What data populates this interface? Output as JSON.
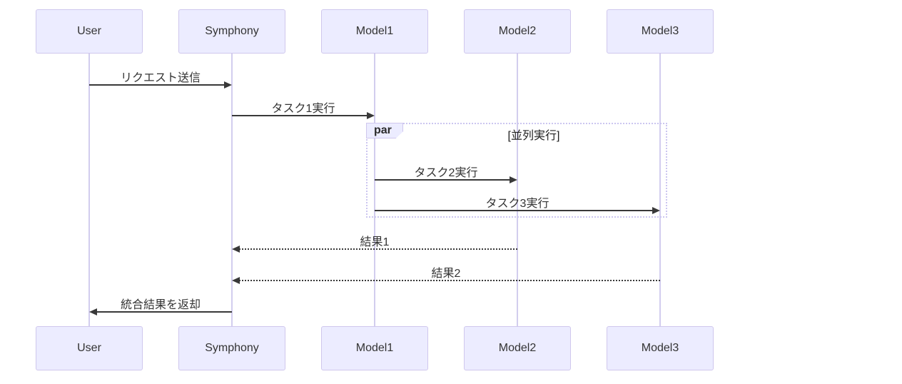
{
  "diagram": {
    "type": "sequence-diagram",
    "actors": [
      {
        "name": "User"
      },
      {
        "name": "Symphony"
      },
      {
        "name": "Model1"
      },
      {
        "name": "Model2"
      },
      {
        "name": "Model3"
      }
    ],
    "messages": [
      {
        "label": "リクエスト送信",
        "from": "User",
        "to": "Symphony",
        "line": "solid"
      },
      {
        "label": "タスク1実行",
        "from": "Symphony",
        "to": "Model1",
        "line": "solid"
      },
      {
        "label": "タスク2実行",
        "from": "Model1",
        "to": "Model2",
        "line": "solid"
      },
      {
        "label": "タスク3実行",
        "from": "Model1",
        "to": "Model3",
        "line": "solid"
      },
      {
        "label": "結果1",
        "from": "Model2",
        "to": "Symphony",
        "line": "dotted"
      },
      {
        "label": "結果2",
        "from": "Model3",
        "to": "Symphony",
        "line": "dotted"
      },
      {
        "label": "統合結果を返却",
        "from": "Symphony",
        "to": "User",
        "line": "solid"
      }
    ],
    "fragment": {
      "operator": "par",
      "condition": "[並列実行]"
    },
    "colors": {
      "actor_fill": "#ECECFF",
      "actor_border": "#cfc7ed",
      "lifeline": "#d2cdee",
      "arrow": "#393939",
      "text": "#333333",
      "fragment_border": "#ccc6f0"
    }
  }
}
